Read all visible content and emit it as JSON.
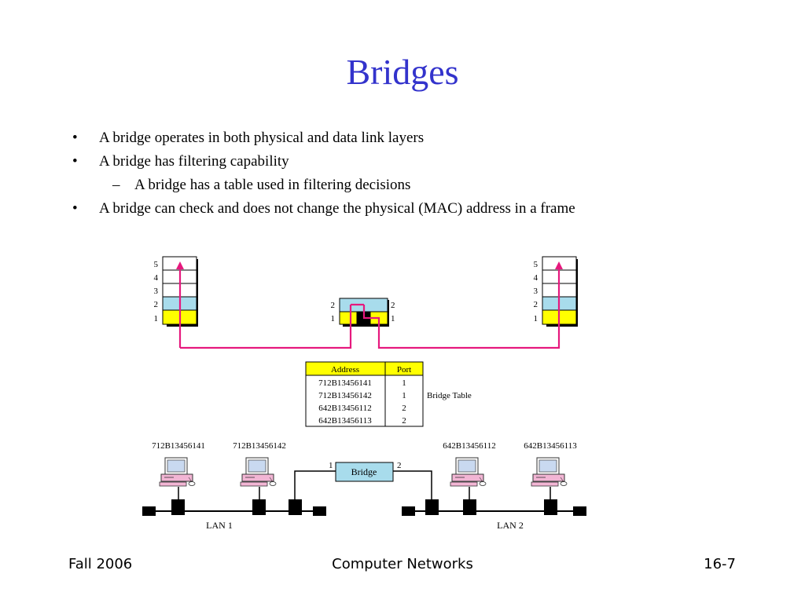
{
  "slide": {
    "title": "Bridges",
    "bullets": [
      "A bridge operates in both physical and data link layers",
      "A bridge has filtering capability",
      "A bridge has a table used in filtering decisions",
      "A bridge can check and does not change the physical (MAC) address in a frame"
    ]
  },
  "diagram": {
    "layer_labels": [
      "5",
      "4",
      "3",
      "2",
      "1"
    ],
    "bridge_layer_labels": [
      "2",
      "1"
    ],
    "bridge_table": {
      "headers": [
        "Address",
        "Port"
      ],
      "rows": [
        [
          "712B13456141",
          "1"
        ],
        [
          "712B13456142",
          "1"
        ],
        [
          "642B13456112",
          "2"
        ],
        [
          "642B13456113",
          "2"
        ]
      ],
      "label": "Bridge Table"
    },
    "hosts": [
      "712B13456141",
      "712B13456142",
      "642B13456112",
      "642B13456113"
    ],
    "bridge": {
      "label": "Bridge",
      "port_left": "1",
      "port_right": "2"
    },
    "lans": [
      "LAN 1",
      "LAN 2"
    ],
    "colors": {
      "arrow": "#e6197e",
      "layer2": "#a8dcec",
      "layer1": "#ffff00",
      "table_header": "#ffff00",
      "bridge_box": "#a8dcec"
    }
  },
  "footer": {
    "left": "Fall 2006",
    "center": "Computer Networks",
    "right": "16-7"
  }
}
